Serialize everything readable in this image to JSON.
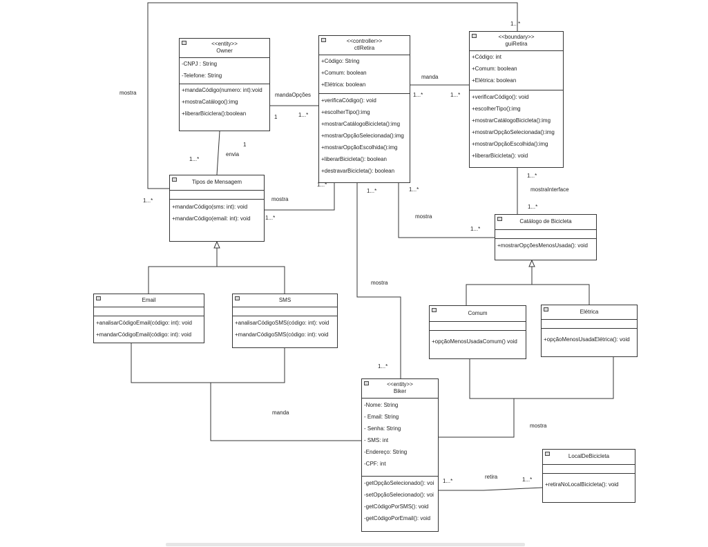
{
  "classes": {
    "owner": {
      "stereotype": "<<entity>>",
      "name": "Owner",
      "attributes": [
        "-CNPJ : String",
        "-Telefone: String"
      ],
      "operations": [
        "+mandaCódigo(numero: int):void",
        "+mostraCatálogo():img",
        "+liberarBiciclera():boolean"
      ]
    },
    "ctlRetira": {
      "stereotype": "<<controller>>",
      "name": "ctlRetira",
      "attributes": [
        "+Código: String",
        "+Comum: boolean",
        "+Elétrica: boolean"
      ],
      "operations": [
        "+verificaCódigo(): void",
        "+escolherTipo():img",
        "+mostrarCatálogoBicicleta():img",
        "+mostrarOpçãoSelecionada():img",
        "+mostrarOpçãoEscolhida():img",
        "+liberarBicicleta(): boolean",
        "+destravarBicicleta(): boolean"
      ]
    },
    "guiRetira": {
      "stereotype": "<<boundary>>",
      "name": "guiRetira",
      "attributes": [
        "+Código: int",
        "+Comum: boolean",
        "+Elétrica: boolean"
      ],
      "operations": [
        "+verificarCódigo(): void",
        "+escolherTipo():img",
        "+mostrarCatálogoBicicleta():img",
        "+mostrarOpçãoSelecionada():img",
        "+mostrarOpçãoEscolhida():img",
        "+liberarBicicleta(): void"
      ]
    },
    "tiposMensagem": {
      "stereotype": "",
      "name": "Tipos de Mensagem",
      "attributes": [],
      "operations": [
        "+mandarCódigo(sms: int): void",
        "+mandarCódigo(email: int): void"
      ]
    },
    "catalogo": {
      "stereotype": "",
      "name": "Catálogo de Bicicleta",
      "attributes": [],
      "operations": [
        "+mostrarOpçõesMenosUsada(): void"
      ]
    },
    "email": {
      "stereotype": "",
      "name": "Email",
      "attributes": [],
      "operations": [
        "+analisarCódigoEmail(código: int): void",
        "+mandarCódigoEmail(código: int): void"
      ]
    },
    "sms": {
      "stereotype": "",
      "name": "SMS",
      "attributes": [],
      "operations": [
        "+analisarCódigoSMS(código: int): void",
        "+mandarCódigoSMS(código: int): void"
      ]
    },
    "comum": {
      "stereotype": "",
      "name": "Comum",
      "attributes": [],
      "operations": [
        "+opçãoMenosUsadaComum() void"
      ]
    },
    "eletrica": {
      "stereotype": "",
      "name": "Elétrica",
      "attributes": [],
      "operations": [
        "+opçãoMenosUsadaElétrica(): void"
      ]
    },
    "biker": {
      "stereotype": "<<entity>>",
      "name": "Biker",
      "attributes": [
        "-Nome: String",
        "- Email: String",
        "- Senha: String",
        "- SMS: int",
        "-Endereço: String",
        "-CPF: int"
      ],
      "operations": [
        "-getOpçãoSelecionado(): voi",
        "-setOpçãoSelecionado(): voi",
        "-getCódigoPorSMS(): void",
        "-getCódigoPorEmail(): void"
      ]
    },
    "local": {
      "stereotype": "",
      "name": "LocalDeBicicleta",
      "attributes": [],
      "operations": [
        "+retiraNoLocalBicicleta(): void"
      ]
    }
  },
  "labels": {
    "mostra_left": "mostra",
    "mult_top_gui": "1...*",
    "mandaOpcoes": "mandaOpções",
    "m1_owner": "1",
    "m_ctl_owner": "1...*",
    "manda_top": "manda",
    "m_ctl_gui": "1...*",
    "m_gui_ctl": "1...*",
    "envia": "envia",
    "m1_envia": "1",
    "m_envia": "1...*",
    "m_left_tipos": "1...*",
    "mostra_tipos": "mostra",
    "m_tipos_ctl": "1...*",
    "m_ctl_bottom_a": "1...*",
    "m_ctl_bottom_b": "1...*",
    "m_ctl_bottom_c": "1...*",
    "mostraInterface": "mostraInterface",
    "m_gui_bottom": "1...*",
    "m_cat_top": "1...*",
    "mostra_cat": "mostra",
    "m_cat_left": "1...*",
    "mostra_biker": "mostra",
    "m_biker_top": "1...*",
    "manda_bottom": "manda",
    "mostra_right": "mostra",
    "retira": "retira",
    "m_biker_local": "1...*",
    "m_local_biker": "1...*"
  }
}
